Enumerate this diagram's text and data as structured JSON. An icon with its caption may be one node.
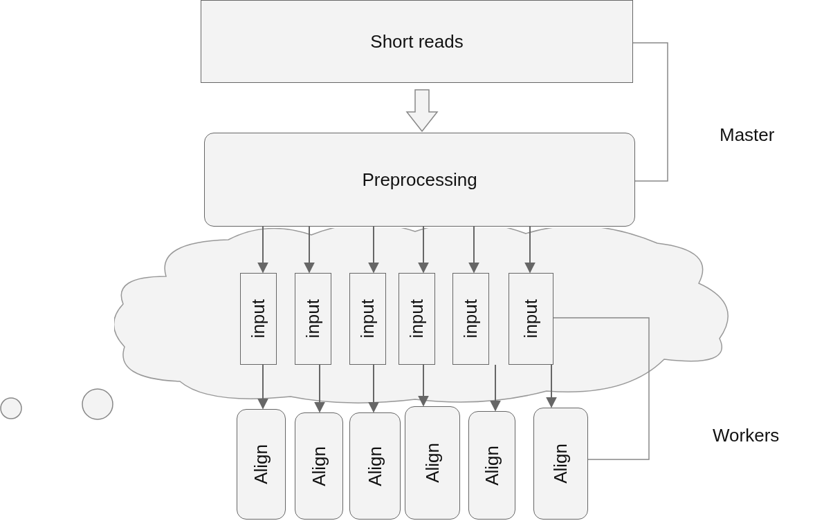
{
  "diagram": {
    "nodes": [
      {
        "text": [
          "Short reads"
        ]
      },
      {
        "text": [
          "Preprocessing"
        ]
      },
      {
        "text": [],
        "shape": "cloud"
      },
      {
        "text": [
          "input"
        ],
        "in": 2
      },
      {
        "text": [
          "input"
        ],
        "in": 2
      },
      {
        "text": [
          "input"
        ],
        "in": 2
      },
      {
        "text": [
          "input"
        ],
        "in": 2
      },
      {
        "text": [
          "input"
        ],
        "in": 2
      },
      {
        "text": [
          "input"
        ],
        "in": 2
      },
      {
        "text": [
          "Align"
        ]
      },
      {
        "text": [
          "Align"
        ]
      },
      {
        "text": [
          "Align"
        ]
      },
      {
        "text": [
          "Align"
        ]
      },
      {
        "text": [
          "Align"
        ]
      },
      {
        "text": [
          "Align"
        ]
      }
    ],
    "edges": [
      {
        "from": 0,
        "to": 1,
        "arrow": "to",
        "style": "thick"
      },
      {
        "from": 1,
        "to": 3,
        "arrow": "to"
      },
      {
        "from": 1,
        "to": 4,
        "arrow": "to"
      },
      {
        "from": 1,
        "to": 5,
        "arrow": "to"
      },
      {
        "from": 1,
        "to": 6,
        "arrow": "to"
      },
      {
        "from": 1,
        "to": 7,
        "arrow": "to"
      },
      {
        "from": 1,
        "to": 8,
        "arrow": "to"
      },
      {
        "from": 3,
        "to": 9,
        "arrow": "to"
      },
      {
        "from": 4,
        "to": 10,
        "arrow": "to"
      },
      {
        "from": 5,
        "to": 11,
        "arrow": "to"
      },
      {
        "from": 6,
        "to": 12,
        "arrow": "to"
      },
      {
        "from": 7,
        "to": 13,
        "arrow": "to"
      },
      {
        "from": 8,
        "to": 14,
        "arrow": "to"
      }
    ],
    "labels": [
      "Master",
      "Workers"
    ]
  }
}
